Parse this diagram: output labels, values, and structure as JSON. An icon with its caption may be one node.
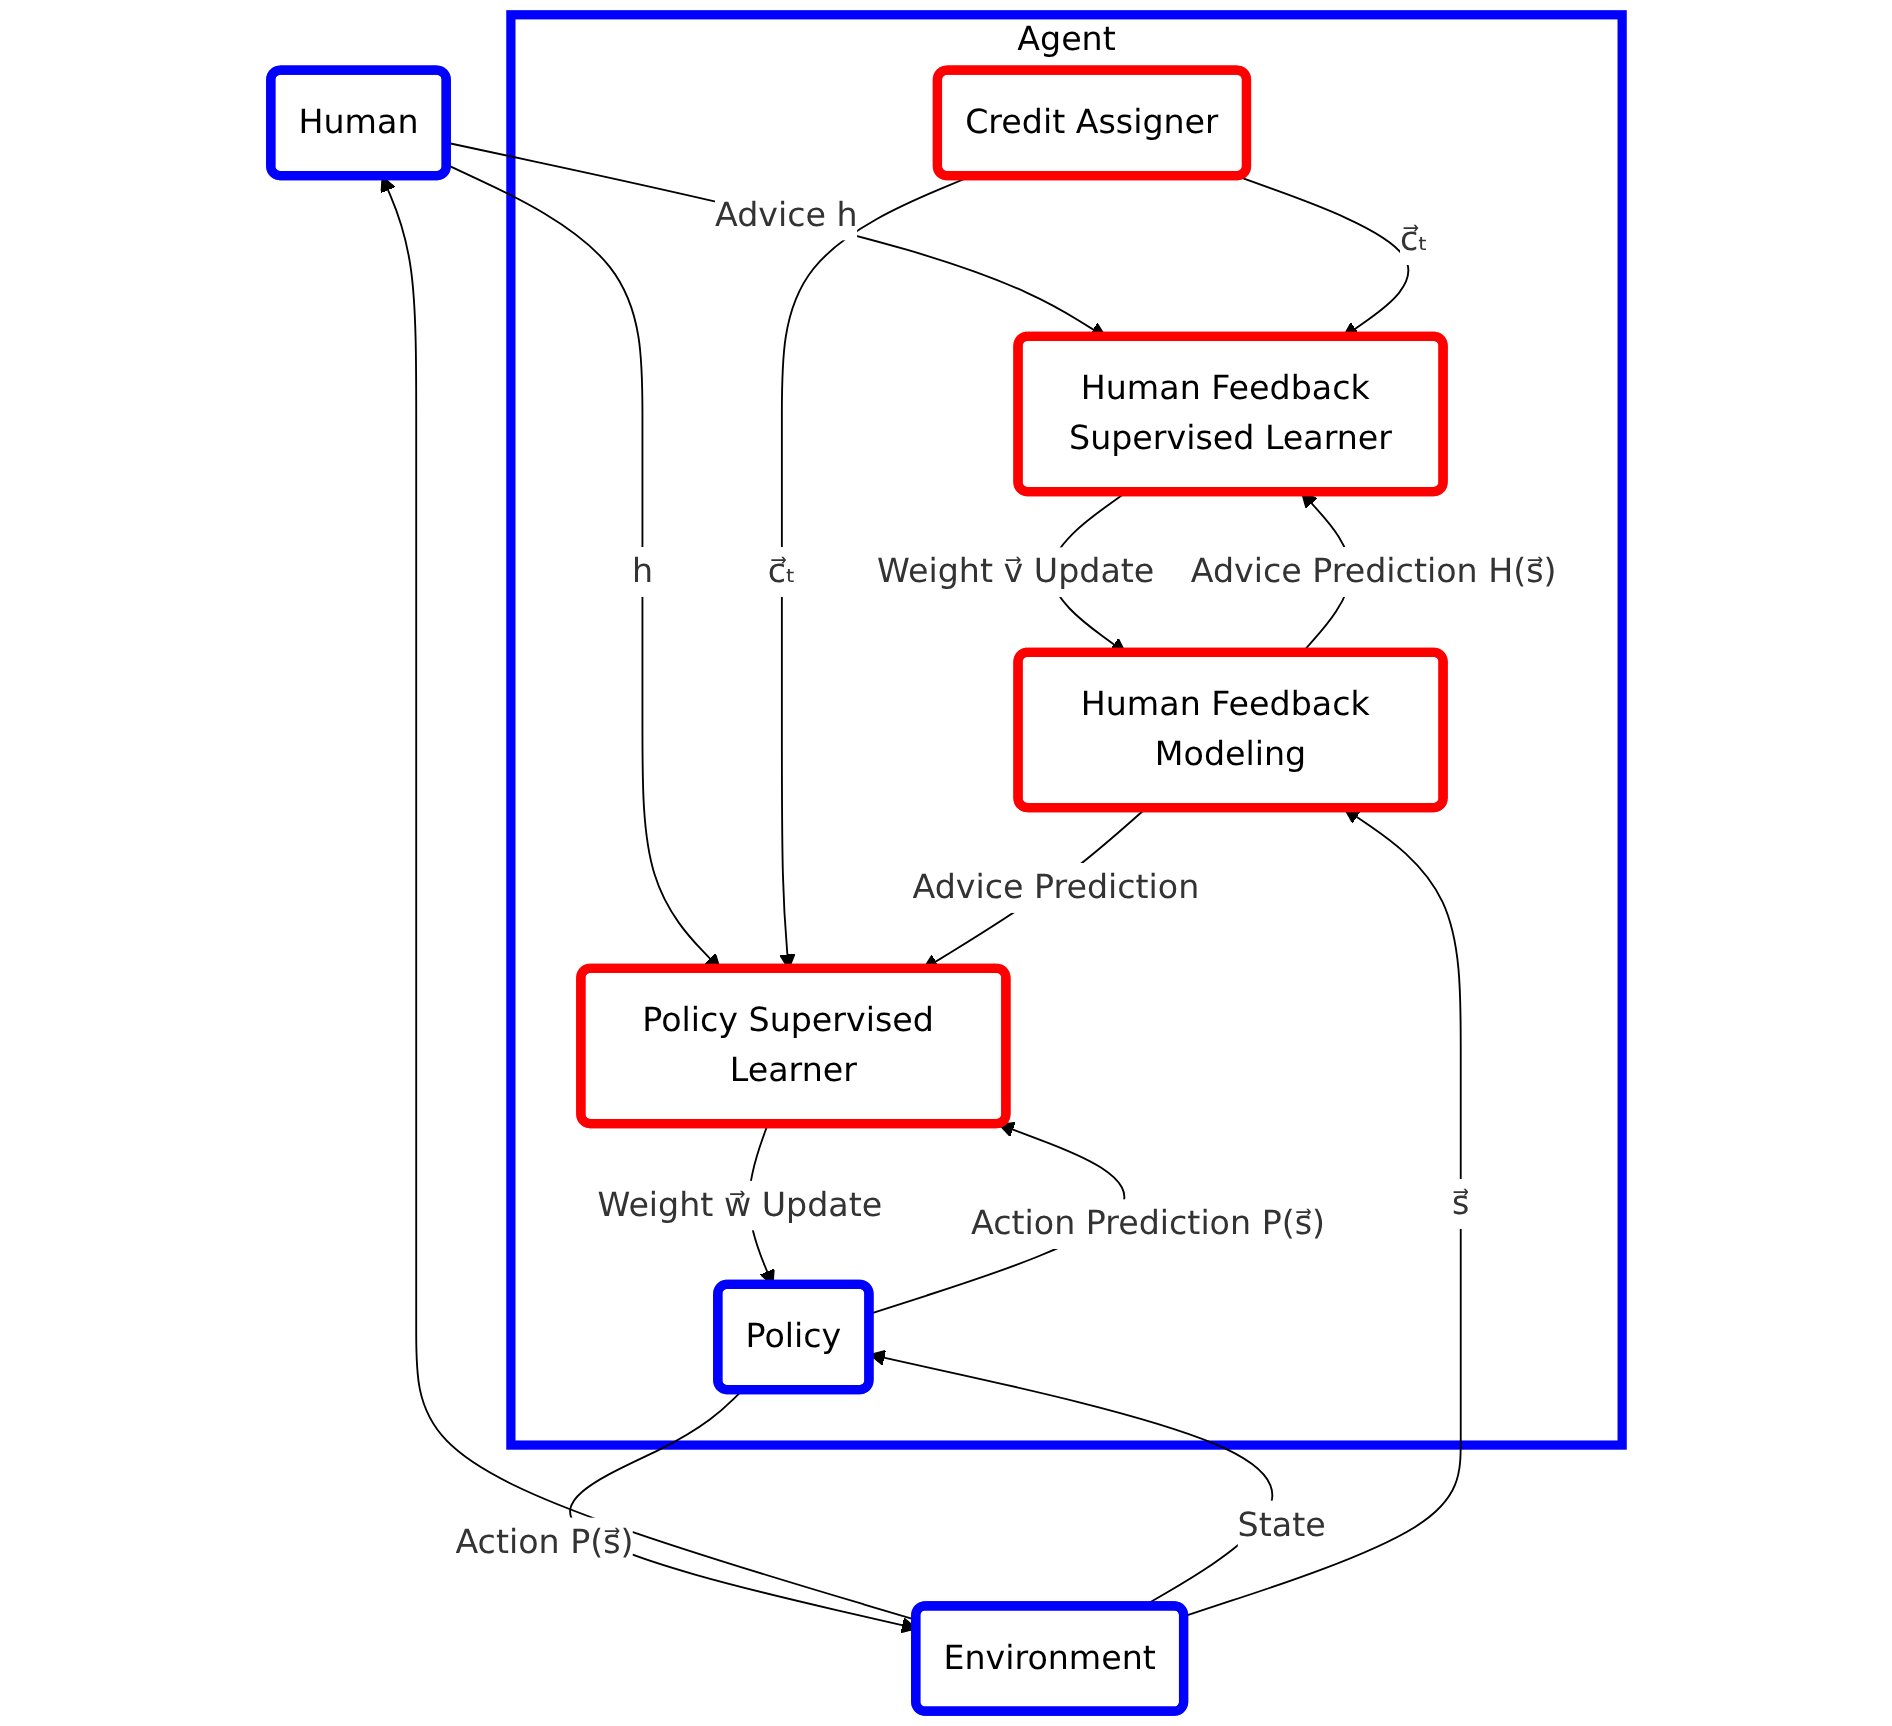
{
  "diagram": {
    "nodes": [
      {
        "text": [
          "Human"
        ]
      },
      {
        "text": [
          "Environment"
        ]
      },
      {
        "text": [
          "Agent"
        ]
      },
      {
        "text": [
          "Credit Assigner"
        ],
        "in": 2
      },
      {
        "text": [
          "Human Feedback Supervised Learner"
        ],
        "in": 2
      },
      {
        "text": [
          "Human Feedback Modeling"
        ],
        "in": 2
      },
      {
        "text": [
          "Policy Supervised Learner"
        ],
        "in": 2
      },
      {
        "text": [
          "Policy"
        ],
        "in": 2
      }
    ],
    "edges": [
      {
        "from": 1,
        "to": 0,
        "arrow": "to"
      },
      {
        "from": 0,
        "to": 4,
        "arrow": "to",
        "label": "Advice h"
      },
      {
        "from": 0,
        "to": 6,
        "arrow": "to",
        "label": "h"
      },
      {
        "from": 1,
        "to": 7,
        "arrow": "to",
        "label": "State"
      },
      {
        "from": 1,
        "to": 5,
        "arrow": "to",
        "label": "s⃗"
      },
      {
        "from": 7,
        "to": 1,
        "arrow": "to",
        "label": "Action P(s⃗)"
      },
      {
        "from": 3,
        "to": 4,
        "arrow": "to",
        "label": "c⃗ₜ"
      },
      {
        "from": 3,
        "to": 6,
        "arrow": "to",
        "label": "c⃗ₜ"
      },
      {
        "from": 4,
        "to": 5,
        "arrow": "to",
        "label": "Weight v⃗ Update"
      },
      {
        "from": 5,
        "to": 4,
        "arrow": "to",
        "label": "Advice Prediction H(s⃗)"
      },
      {
        "from": 5,
        "to": 6,
        "arrow": "to",
        "label": "Advice Prediction"
      },
      {
        "from": 6,
        "to": 7,
        "arrow": "to",
        "label": "Weight w⃗ Update"
      },
      {
        "from": 7,
        "to": 6,
        "arrow": "to",
        "label": "Action Prediction P(s⃗)"
      }
    ]
  }
}
